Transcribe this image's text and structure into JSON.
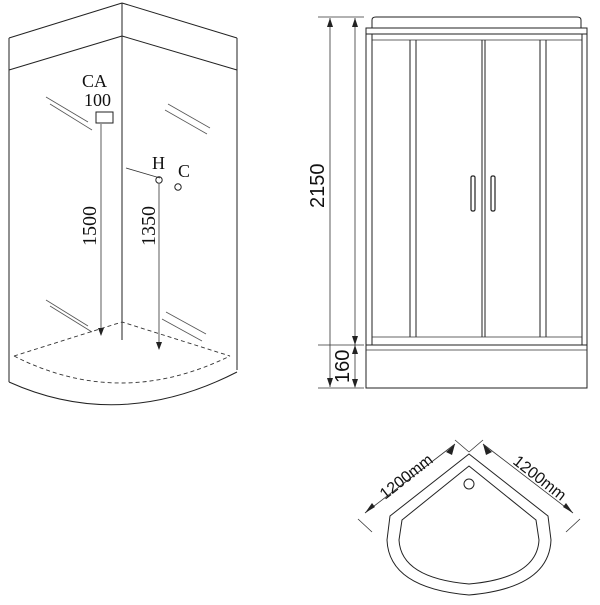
{
  "left_view": {
    "outlet_label_line1": "CA",
    "outlet_label_line2": "100",
    "hot_label": "H",
    "cold_label": "C",
    "height_outlet": "1500",
    "height_mixer": "1350"
  },
  "front_view": {
    "total_height": "2150",
    "tray_height": "160"
  },
  "plan_view": {
    "side_left": "1200mm",
    "side_right": "1200mm"
  }
}
